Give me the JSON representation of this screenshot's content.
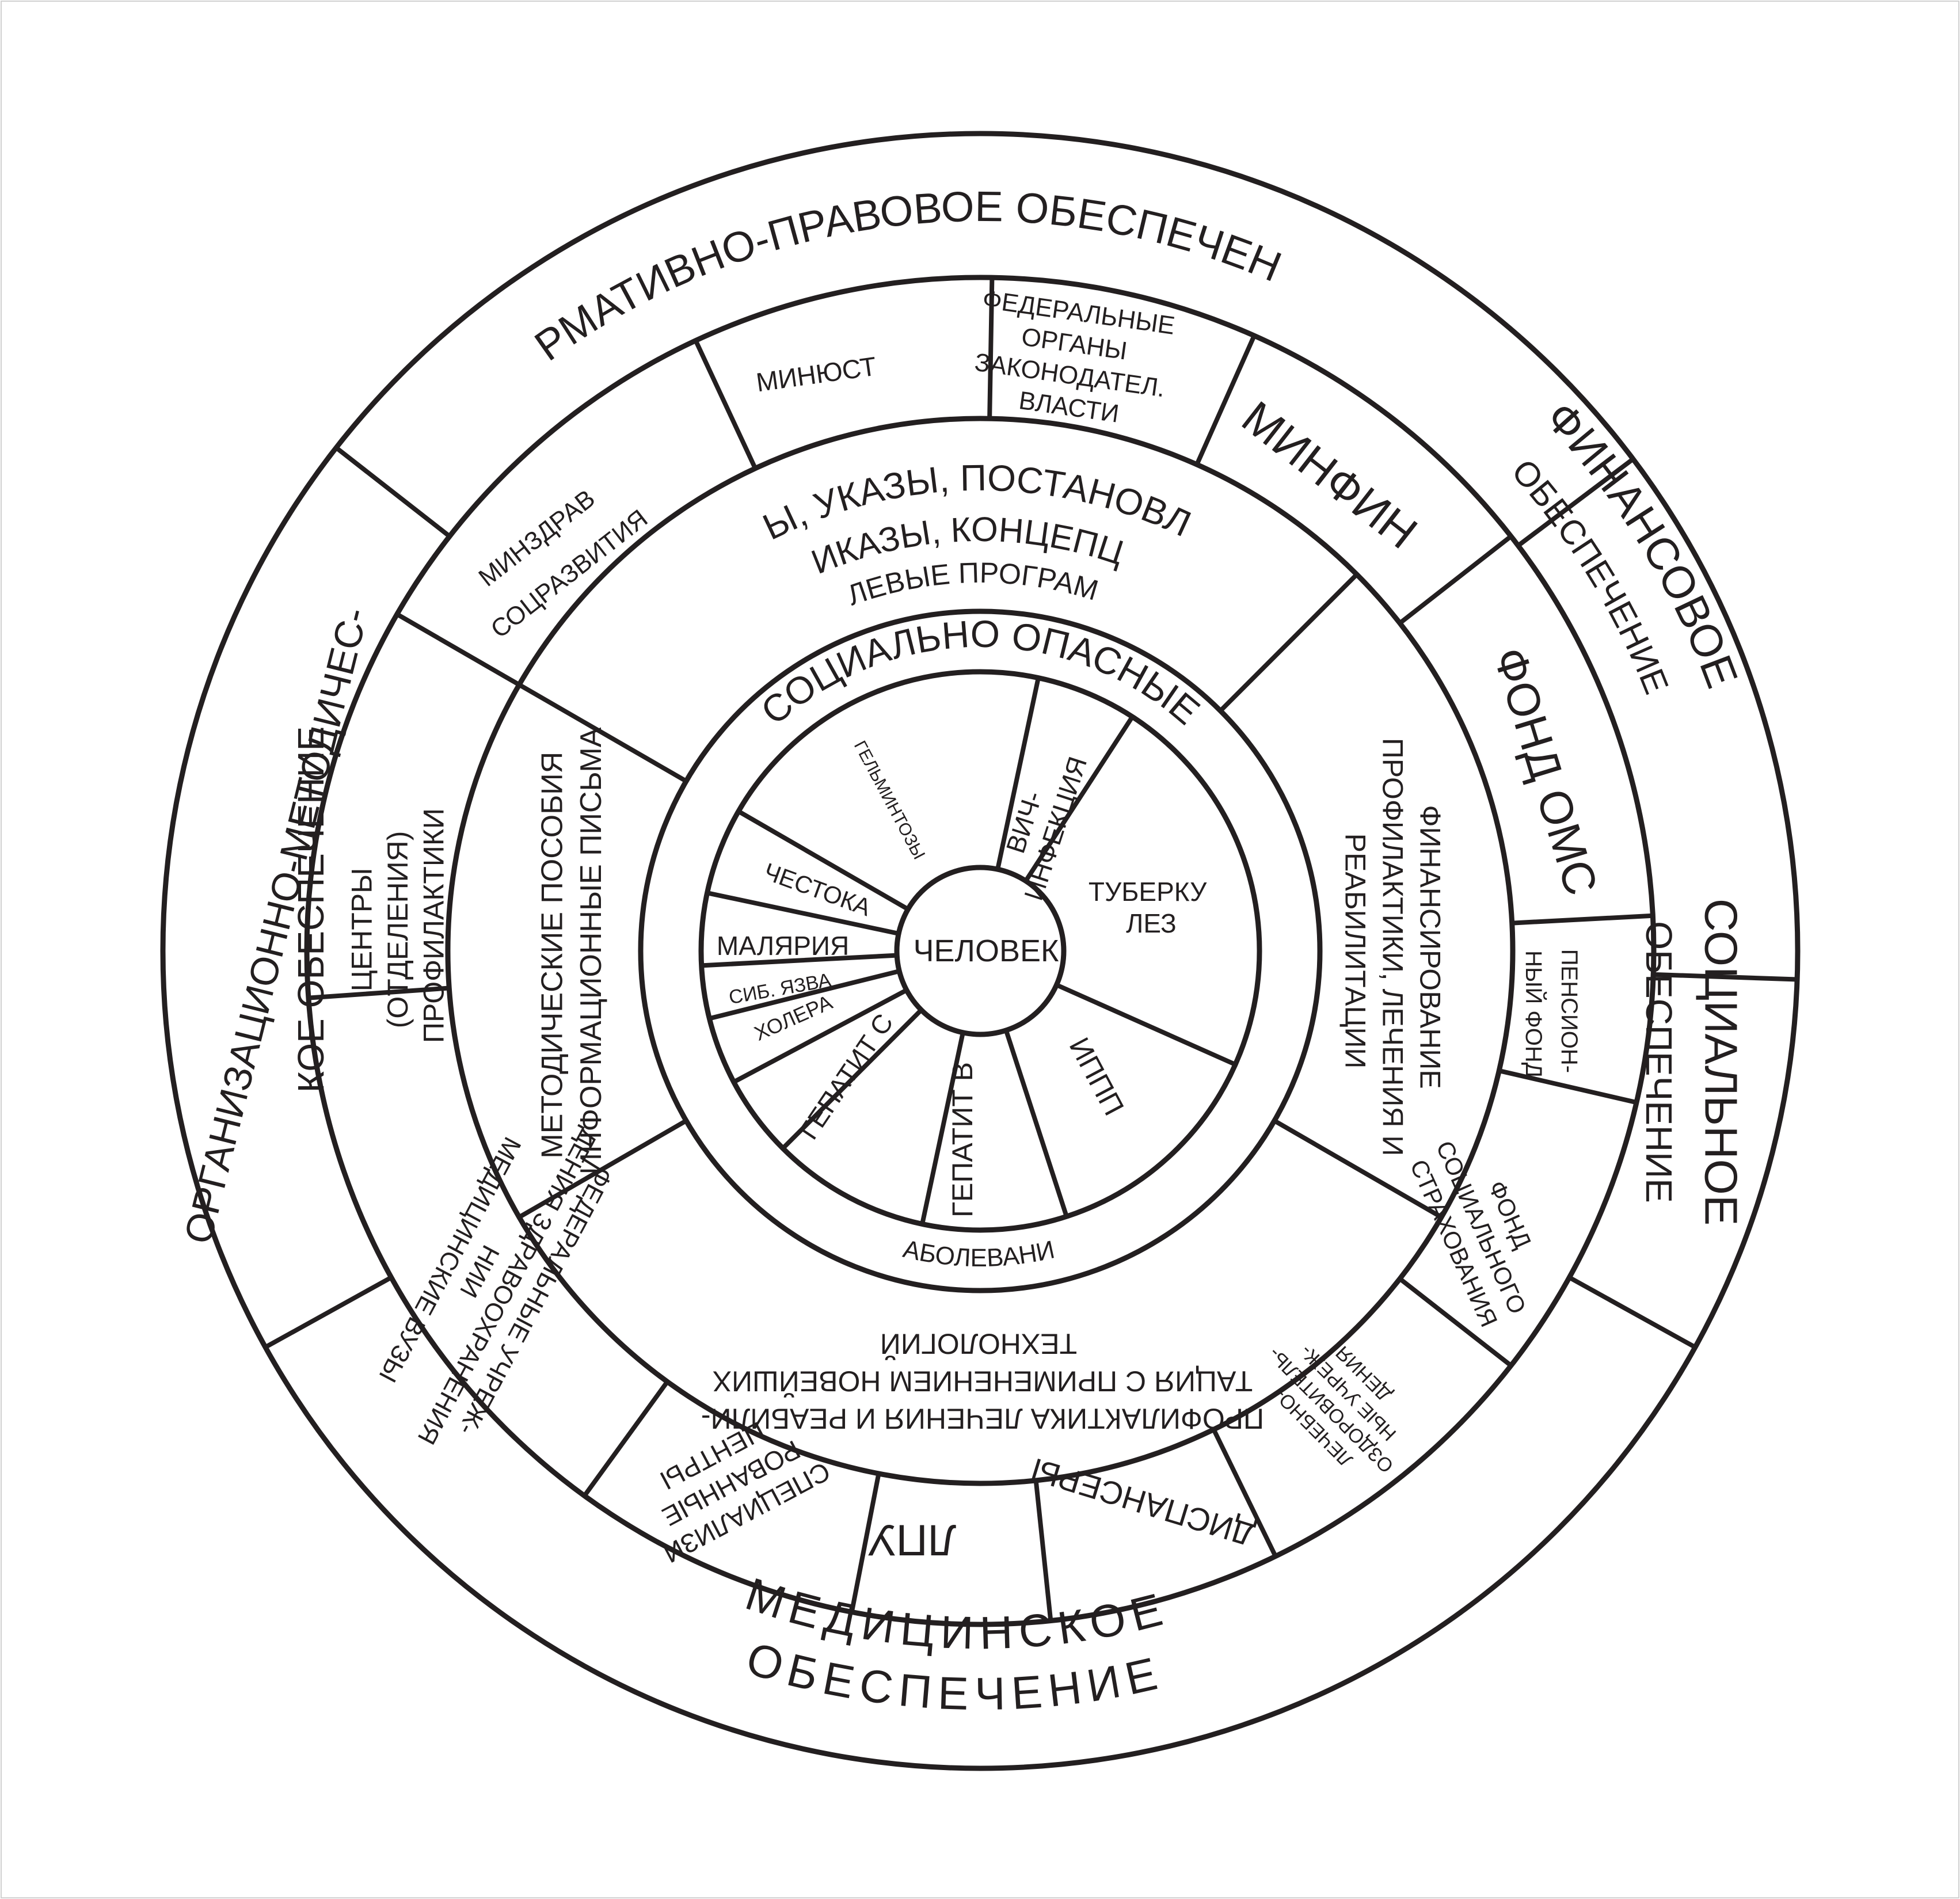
{
  "colors": {
    "line": "#231f20",
    "background": "#ffffff"
  },
  "center": {
    "label": "ЧЕЛОВЕК"
  },
  "diseases_ring": {
    "top_label": "СОЦИАЛЬНО ОПАСНЫЕ",
    "bottom_label": "ЗАБОЛЕВАНИЯ",
    "sectors": [
      {
        "id": "vich",
        "lines": [
          "ВИЧ-",
          "ИНФЕКЦИЯ"
        ]
      },
      {
        "id": "tuberkulez",
        "lines": [
          "ТУБЕРКУ",
          "ЛЕЗ"
        ]
      },
      {
        "id": "ippp",
        "lines": [
          "ИППП"
        ]
      },
      {
        "id": "gepatit-b",
        "lines": [
          "ГЕПАТИТ В"
        ]
      },
      {
        "id": "gepatit-c",
        "lines": [
          "ГЕПАТИТ С"
        ]
      },
      {
        "id": "holera",
        "lines": [
          "ХОЛЕРА"
        ]
      },
      {
        "id": "sib-yazva",
        "lines": [
          "СИБ. ЯЗВА"
        ]
      },
      {
        "id": "malyariya",
        "lines": [
          "МАЛЯРИЯ"
        ]
      },
      {
        "id": "chestoka",
        "lines": [
          "ЧЕСТОКА"
        ]
      },
      {
        "id": "gelmintozy",
        "lines": [
          "ГЕЛЬМИНТОЗЫ"
        ]
      }
    ]
  },
  "middle_ring": {
    "top": [
      "ЗАКОНЫ, УКАЗЫ, ПОСТАНОВЛЕНИЯ,",
      "ПРИКАЗЫ, КОНЦЕПЦИИ,",
      "ЦЕЛЕВЫЕ ПРОГРАММЫ"
    ],
    "right": [
      "ФИНАНСИРОВАНИЕ",
      "ПРОФИЛАКТИКИ, ЛЕЧЕНИЯ И",
      "РЕАБИЛИТАЦИИ"
    ],
    "bottom": [
      "ПРОФИЛАКТИКА ЛЕЧЕНИЯ И РЕАБИЛИ-",
      "ТАЦИЯ С ПРИМЕНЕНИЕМ НОВЕЙШИХ",
      "ТЕХНОЛОГИЙ"
    ],
    "left": [
      "МЕТОДИЧЕСКИЕ ПОСОБИЯ",
      "ИНФОРМАЦИОННЫЕ ПИСЬМА"
    ]
  },
  "institutions_ring": {
    "cells": [
      {
        "id": "minzdrav",
        "lines": [
          "МИНЗДРАВ",
          "СОЦРАЗВИТИЯ"
        ]
      },
      {
        "id": "minyust",
        "lines": [
          "МИНЮСТ"
        ]
      },
      {
        "id": "federal-organs",
        "lines": [
          "ФЕДЕРАЛЬНЫЕ",
          "ОРГАНЫ",
          "ЗАКОНОДАТЕЛ.",
          "ВЛАСТИ"
        ]
      },
      {
        "id": "minfin",
        "lines": [
          "МИНФИН"
        ]
      },
      {
        "id": "fond-oms",
        "lines": [
          "ФОНД ОМС"
        ]
      },
      {
        "id": "pension-fund",
        "lines": [
          "ПЕНСИОН-",
          "НЫЙ ФОНД"
        ]
      },
      {
        "id": "social-insurance-fund",
        "lines": [
          "ФОНД",
          "СОЦИАЛЬНОГО",
          "СТРАХОВАНИЯ"
        ]
      },
      {
        "id": "health-resort",
        "lines": [
          "ЛЕЧЕБНО-",
          "ОЗДОРОВИТЕЛЬ-",
          "НЫЕ УЧРЕЖ-",
          "ДЕНИЯ"
        ]
      },
      {
        "id": "dispensaries",
        "lines": [
          "ДИСПАНСЕРЫ"
        ]
      },
      {
        "id": "lpu",
        "lines": [
          "ЛПУ"
        ]
      },
      {
        "id": "specialized-centers",
        "lines": [
          "СПЕЦИАЛИЗИ",
          "РОВАННЫЕ",
          "ЦЕНТРЫ"
        ]
      },
      {
        "id": "federal-institutions",
        "lines": [
          "ФЕДЕРАЛЬНЫЕ УЧРЕЖ-",
          "ДЕНИЯ ЗДРАВООХРАНЕНИЯ",
          "НИИ",
          "МЕДИЦИНСКИЕ ВУЗЫ"
        ]
      },
      {
        "id": "prevention-centers",
        "lines": [
          "ЦЕНТРЫ",
          "(ОТДЕЛЕНИЯ)",
          "ПРОФИЛАКТИКИ"
        ]
      }
    ]
  },
  "outer_ring": {
    "normative": [
      "НОРМАТИВНО-ПРАВОВОЕ ОБЕСПЕЧЕНИЕ"
    ],
    "financial": [
      "ФИНАНСОВОЕ",
      "ОБЕСПЕЧЕНИЕ"
    ],
    "social": [
      "СОЦИАЛЬНОЕ",
      "ОБЕСПЕЧЕНИЕ"
    ],
    "medical": [
      "МЕДИЦИНСКОЕ",
      "ОБЕСПЕЧЕНИЕ"
    ],
    "organizational": [
      "ОРГАНИЗАЦИОННО-МЕТОДИЧЕС-",
      "КОЕ ОБЕСПЕЧЕНИЕ"
    ]
  }
}
